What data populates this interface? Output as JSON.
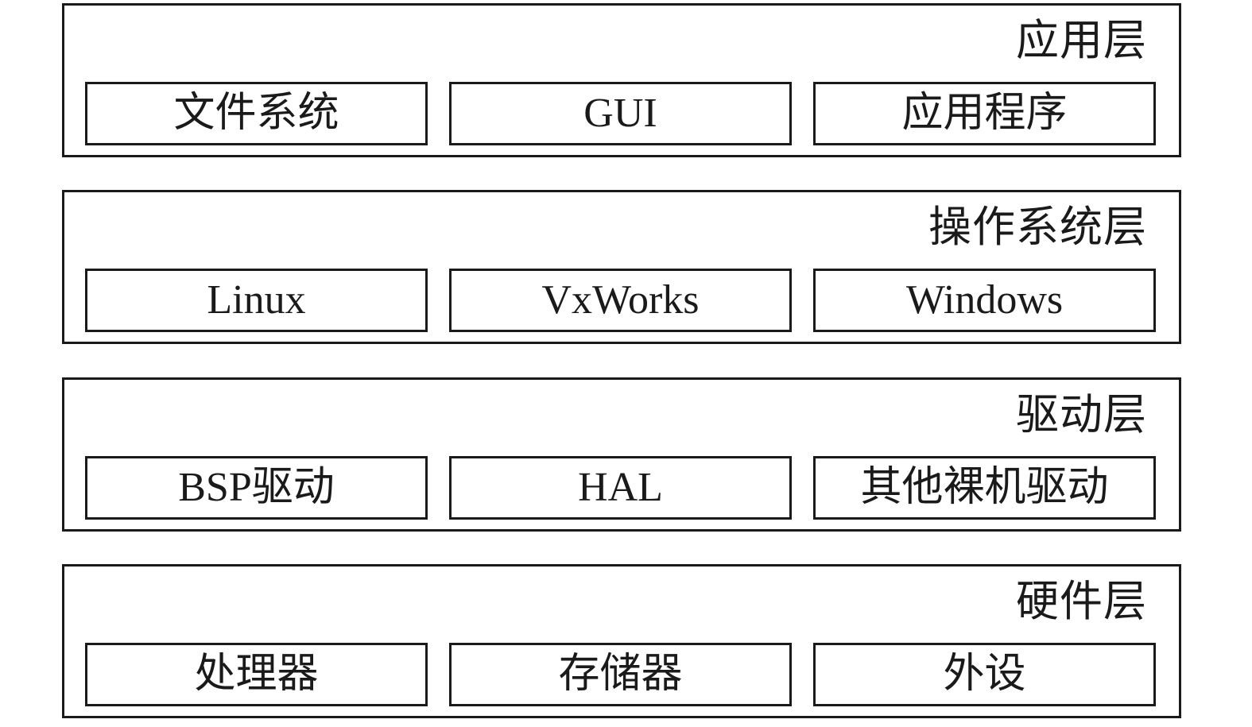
{
  "layers": [
    {
      "title": "应用层",
      "modules": [
        "文件系统",
        "GUI",
        "应用程序"
      ]
    },
    {
      "title": "操作系统层",
      "modules": [
        "Linux",
        "VxWorks",
        "Windows"
      ]
    },
    {
      "title": "驱动层",
      "modules": [
        "BSP驱动",
        "HAL",
        "其他裸机驱动"
      ]
    },
    {
      "title": "硬件层",
      "modules": [
        "处理器",
        "存储器",
        "外设"
      ]
    }
  ]
}
